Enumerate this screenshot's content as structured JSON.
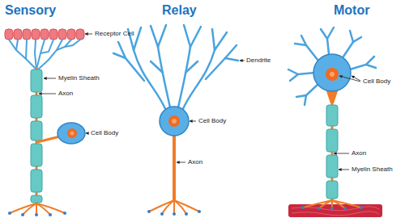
{
  "diagram": {
    "labels": [
      "Sensory",
      "Receptor Cell",
      "Myelin Sheath",
      "Axon",
      "Cell Body",
      "Relay",
      "Dendrite",
      "Cell Body",
      "Axon",
      "Motor",
      "Cell Body",
      "Axon",
      "Myelin Sheath"
    ]
  }
}
